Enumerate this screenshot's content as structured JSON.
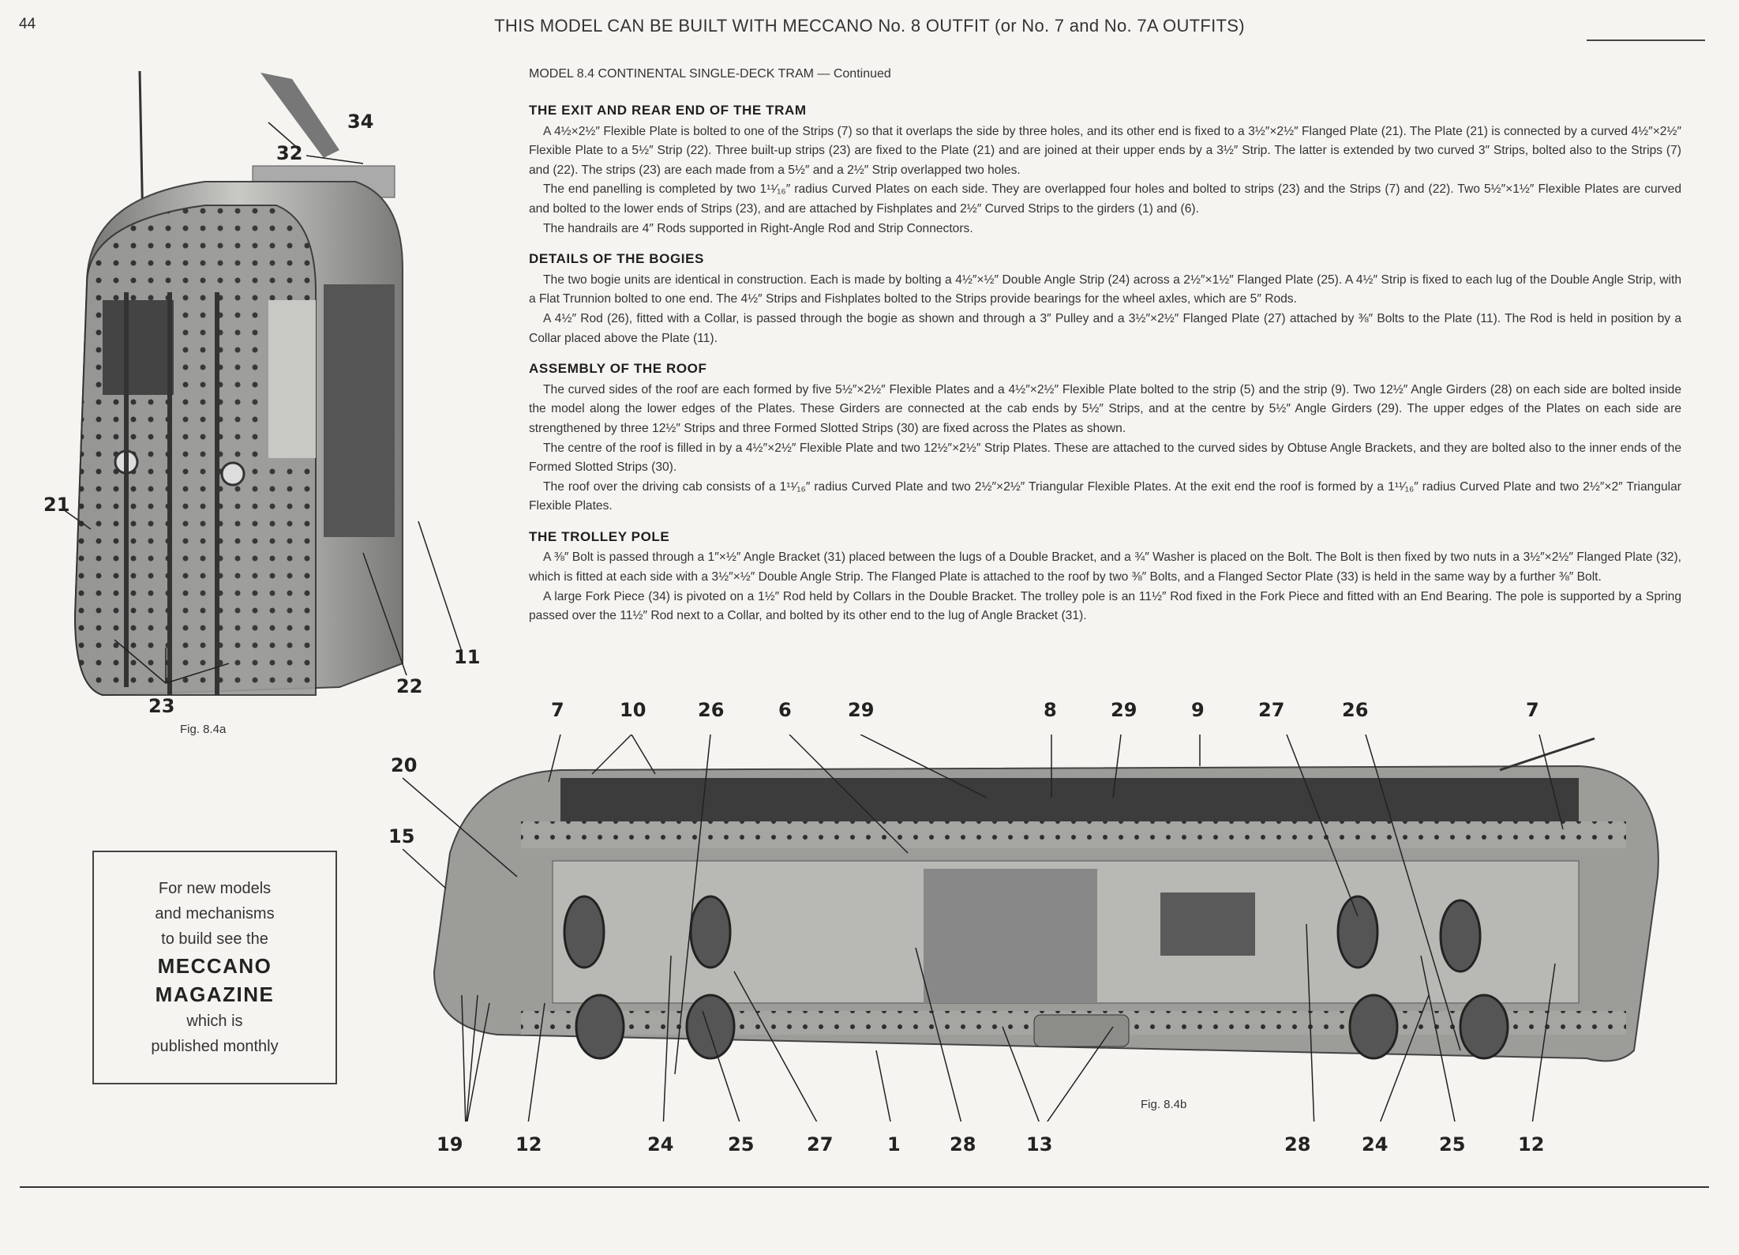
{
  "page_number": "44",
  "header": "THIS MODEL CAN BE BUILT WITH MECCANO No. 8 OUTFIT (or No. 7 and No. 7A OUTFITS)",
  "subtitle": "MODEL 8.4   CONTINENTAL SINGLE-DECK TRAM — Continued",
  "sections": [
    {
      "heading": "THE EXIT AND REAR END OF THE TRAM",
      "paragraphs": [
        "A 4½×2½″ Flexible Plate is bolted to one of the Strips (7) so that it overlaps the side by three holes, and its other end is fixed to a 3½″×2½″ Flanged Plate (21). The Plate (21) is connected by a curved 4½″×2½″ Flexible Plate to a 5½″ Strip (22). Three built-up strips (23) are fixed to the Plate (21) and are joined at their upper ends by a 3½″ Strip. The latter is extended by two curved 3″ Strips, bolted also to the Strips (7) and (22). The strips (23) are each made from a 5½″ and a 2½″ Strip overlapped two holes.",
        "The end panelling is completed by two 1¹¹⁄₁₆″ radius Curved Plates on each side. They are overlapped four holes and bolted to strips (23) and the Strips (7) and (22). Two 5½″×1½″ Flexible Plates are curved and bolted to the lower ends of Strips (23), and are attached by Fishplates and 2½″ Curved Strips to the girders (1) and (6).",
        "The handrails are 4″ Rods supported in Right-Angle Rod and Strip Connectors."
      ]
    },
    {
      "heading": "DETAILS OF THE BOGIES",
      "paragraphs": [
        "The two bogie units are identical in construction. Each is made by bolting a 4½″×½″ Double Angle Strip (24) across a 2½″×1½″ Flanged Plate (25). A 4½″ Strip is fixed to each lug of the Double Angle Strip, with a Flat Trunnion bolted to one end. The 4½″ Strips and Fishplates bolted to the Strips provide bearings for the wheel axles, which are 5″ Rods.",
        "A 4½″ Rod (26), fitted with a Collar, is passed through the bogie as shown and through a 3″ Pulley and a 3½″×2½″ Flanged Plate (27) attached by ⅜″ Bolts to the Plate (11). The Rod is held in position by a Collar placed above the Plate (11)."
      ]
    },
    {
      "heading": "ASSEMBLY OF THE ROOF",
      "paragraphs": [
        "The curved sides of the roof are each formed by five 5½″×2½″ Flexible Plates and a 4½″×2½″ Flexible Plate bolted to the strip (5) and the strip (9). Two 12½″ Angle Girders (28) on each side are bolted inside the model along the lower edges of the Plates. These Girders are connected at the cab ends by 5½″ Strips, and at the centre by 5½″ Angle Girders (29). The upper edges of the Plates on each side are strengthened by three 12½″ Strips and three Formed Slotted Strips (30) are fixed across the Plates as shown.",
        "The centre of the roof is filled in by a 4½″×2½″ Flexible Plate and two 12½″×2½″ Strip Plates. These are attached to the curved sides by Obtuse Angle Brackets, and they are bolted also to the inner ends of the Formed Slotted Strips (30).",
        "The roof over the driving cab consists of a 1¹¹⁄₁₆″ radius Curved Plate and two 2½″×2½″ Triangular Flexible Plates. At the exit end the roof is formed by a 1¹¹⁄₁₆″ radius Curved Plate and two 2½″×2″ Triangular Flexible Plates."
      ]
    },
    {
      "heading": "THE TROLLEY POLE",
      "paragraphs": [
        "A ⅜″ Bolt is passed through a 1″×½″ Angle Bracket (31) placed between the lugs of a Double Bracket, and a ¾″ Washer is placed on the Bolt. The Bolt is then fixed by two nuts in a 3½″×2½″ Flanged Plate (32), which is fitted at each side with a 3½″×½″ Double Angle Strip. The Flanged Plate is attached to the roof by two ⅜″ Bolts, and a Flanged Sector Plate (33) is held in the same way by a further ⅜″ Bolt.",
        "A large Fork Piece (34) is pivoted on a 1½″ Rod held by Collars in the Double Bracket. The trolley pole is an 11½″ Rod fixed in the Fork Piece and fitted with an End Bearing. The pole is supported by a Spring passed over the 11½″ Rod next to a Collar, and bolted by its other end to the lug of Angle Bracket (31)."
      ]
    }
  ],
  "figures": {
    "fig_a": {
      "caption": "Fig. 8.4a",
      "callouts": [
        "34",
        "32",
        "21",
        "23",
        "22",
        "11"
      ]
    },
    "fig_b": {
      "caption": "Fig. 8.4b",
      "callouts_top": [
        "7",
        "10",
        "26",
        "6",
        "29",
        "8",
        "29",
        "9",
        "27",
        "26",
        "7"
      ],
      "callouts_left": [
        "20",
        "15"
      ],
      "callouts_bottom": [
        "19",
        "12",
        "24",
        "25",
        "27",
        "1",
        "28",
        "13",
        "28",
        "24",
        "25",
        "12"
      ]
    }
  },
  "promo": {
    "line1": "For new models",
    "line2": "and mechanisms",
    "line3": "to build see the",
    "title1": "MECCANO",
    "title2": "MAGAZINE",
    "line4": "which is",
    "line5": "published monthly"
  }
}
